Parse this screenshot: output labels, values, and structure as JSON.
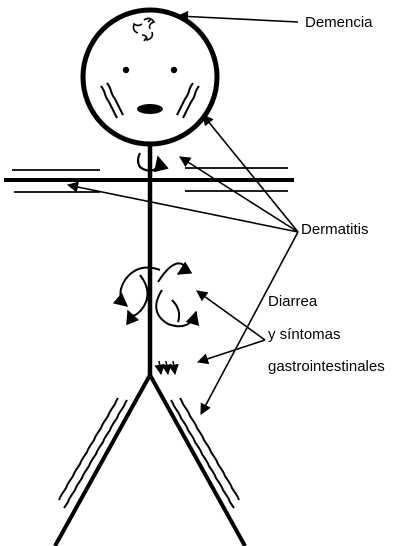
{
  "labels": {
    "dementia": "Demencia",
    "dermatitis": "Dermatitis",
    "diarrhea_line1": "Diarrea",
    "diarrhea_line2": "y síntomas",
    "diarrhea_line3": "gastrointestinales"
  },
  "colors": {
    "ink": "#000000",
    "background": "#ffffff"
  }
}
